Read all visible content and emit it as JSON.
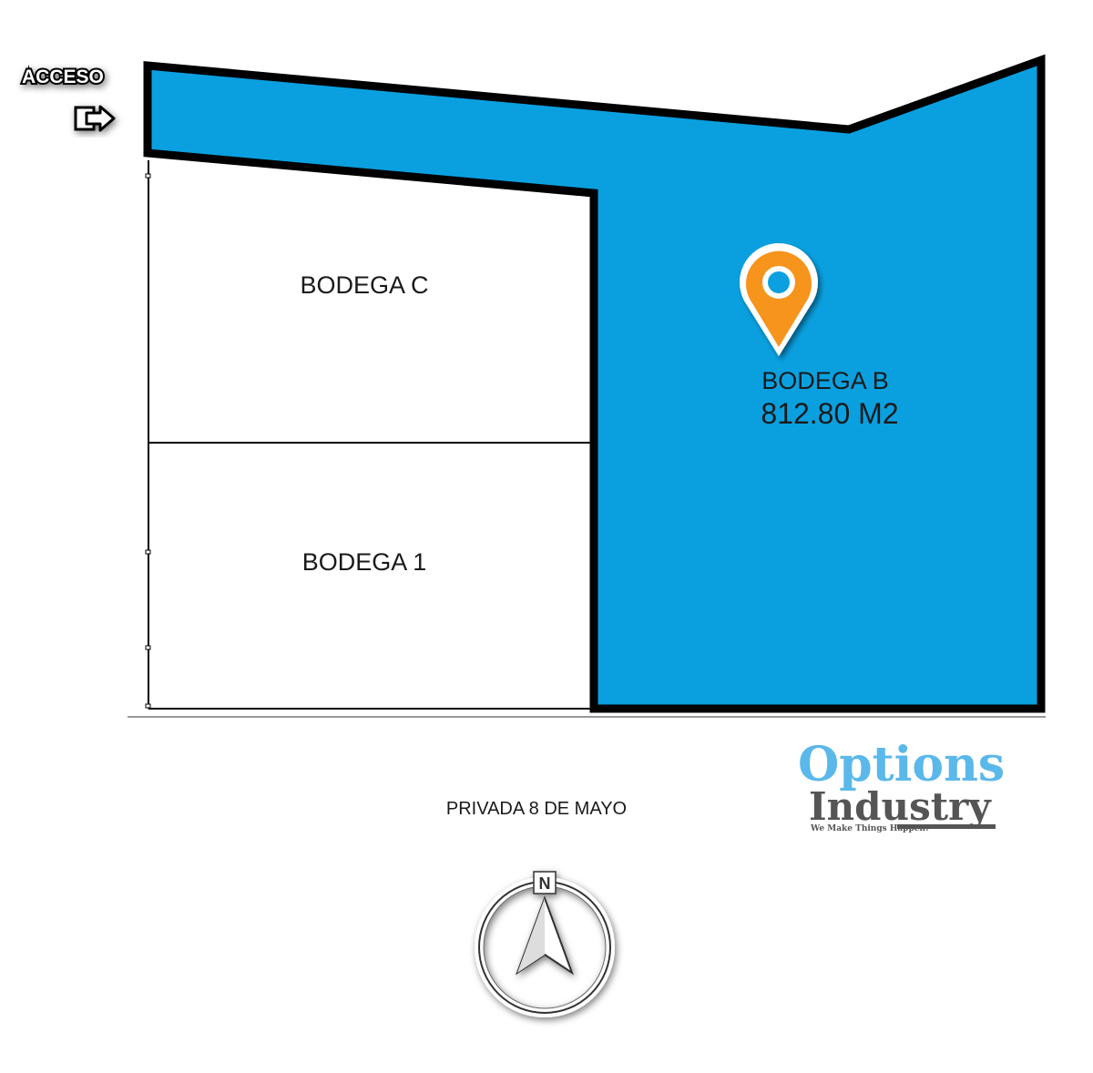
{
  "access": {
    "label": "ACCESO",
    "icon": "exit-arrow-icon"
  },
  "lots": {
    "bodega_c": {
      "label": "BODEGA C"
    },
    "bodega_1": {
      "label": "BODEGA 1"
    },
    "bodega_b": {
      "label": "BODEGA B",
      "area": "812.80 M2",
      "highlight_color": "#0aa0e0",
      "marker_icon": "location-pin-icon",
      "marker_color": "#f7941d"
    }
  },
  "street": {
    "name": "PRIVADA 8 DE MAYO"
  },
  "logo": {
    "line1": "Options",
    "line2": "Industry",
    "tagline": "We Make Things Happen!",
    "color_primary": "#5bb8ea",
    "color_secondary": "#555555"
  },
  "compass": {
    "label": "N",
    "icon": "north-arrow-icon"
  }
}
